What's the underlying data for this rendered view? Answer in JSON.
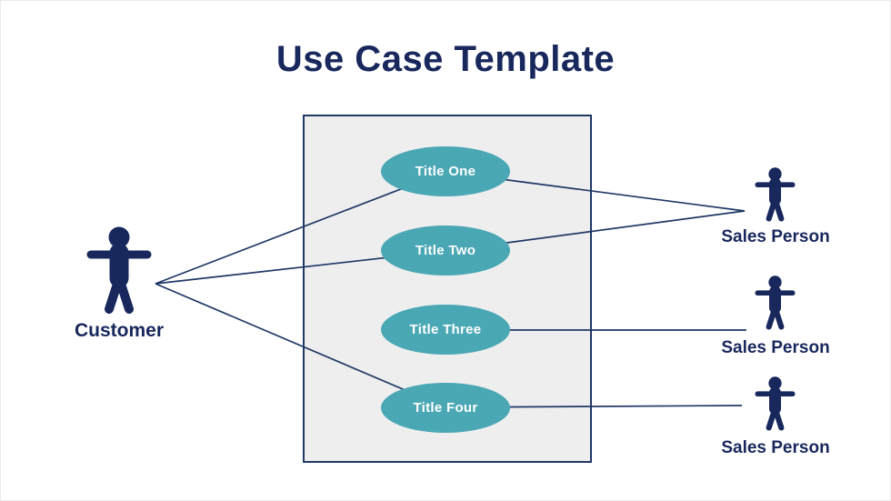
{
  "title": "Use Case Template",
  "colors": {
    "navy": "#18275C",
    "teal": "#4AA7B4",
    "line": "#1F3864",
    "boundary_fill": "#EEEEEF",
    "boundary_border": "#1F3864",
    "background": "#FFFFFF",
    "usecase_text": "#FFFFFF"
  },
  "diagram": {
    "use_cases": [
      {
        "id": "uc1",
        "label": "Title One"
      },
      {
        "id": "uc2",
        "label": "Title Two"
      },
      {
        "id": "uc3",
        "label": "Title Three"
      },
      {
        "id": "uc4",
        "label": "Title Four"
      }
    ],
    "actors": {
      "customer": {
        "label": "Customer"
      },
      "sales_persons": [
        {
          "id": "sp1",
          "label": "Sales Person"
        },
        {
          "id": "sp2",
          "label": "Sales Person"
        },
        {
          "id": "sp3",
          "label": "Sales Person"
        }
      ]
    },
    "connections": [
      {
        "from": "customer",
        "to": "uc1"
      },
      {
        "from": "customer",
        "to": "uc2"
      },
      {
        "from": "customer",
        "to": "uc4"
      },
      {
        "from": "uc1",
        "to": "sp1"
      },
      {
        "from": "uc2",
        "to": "sp1"
      },
      {
        "from": "uc3",
        "to": "sp2"
      },
      {
        "from": "uc4",
        "to": "sp3"
      }
    ]
  }
}
